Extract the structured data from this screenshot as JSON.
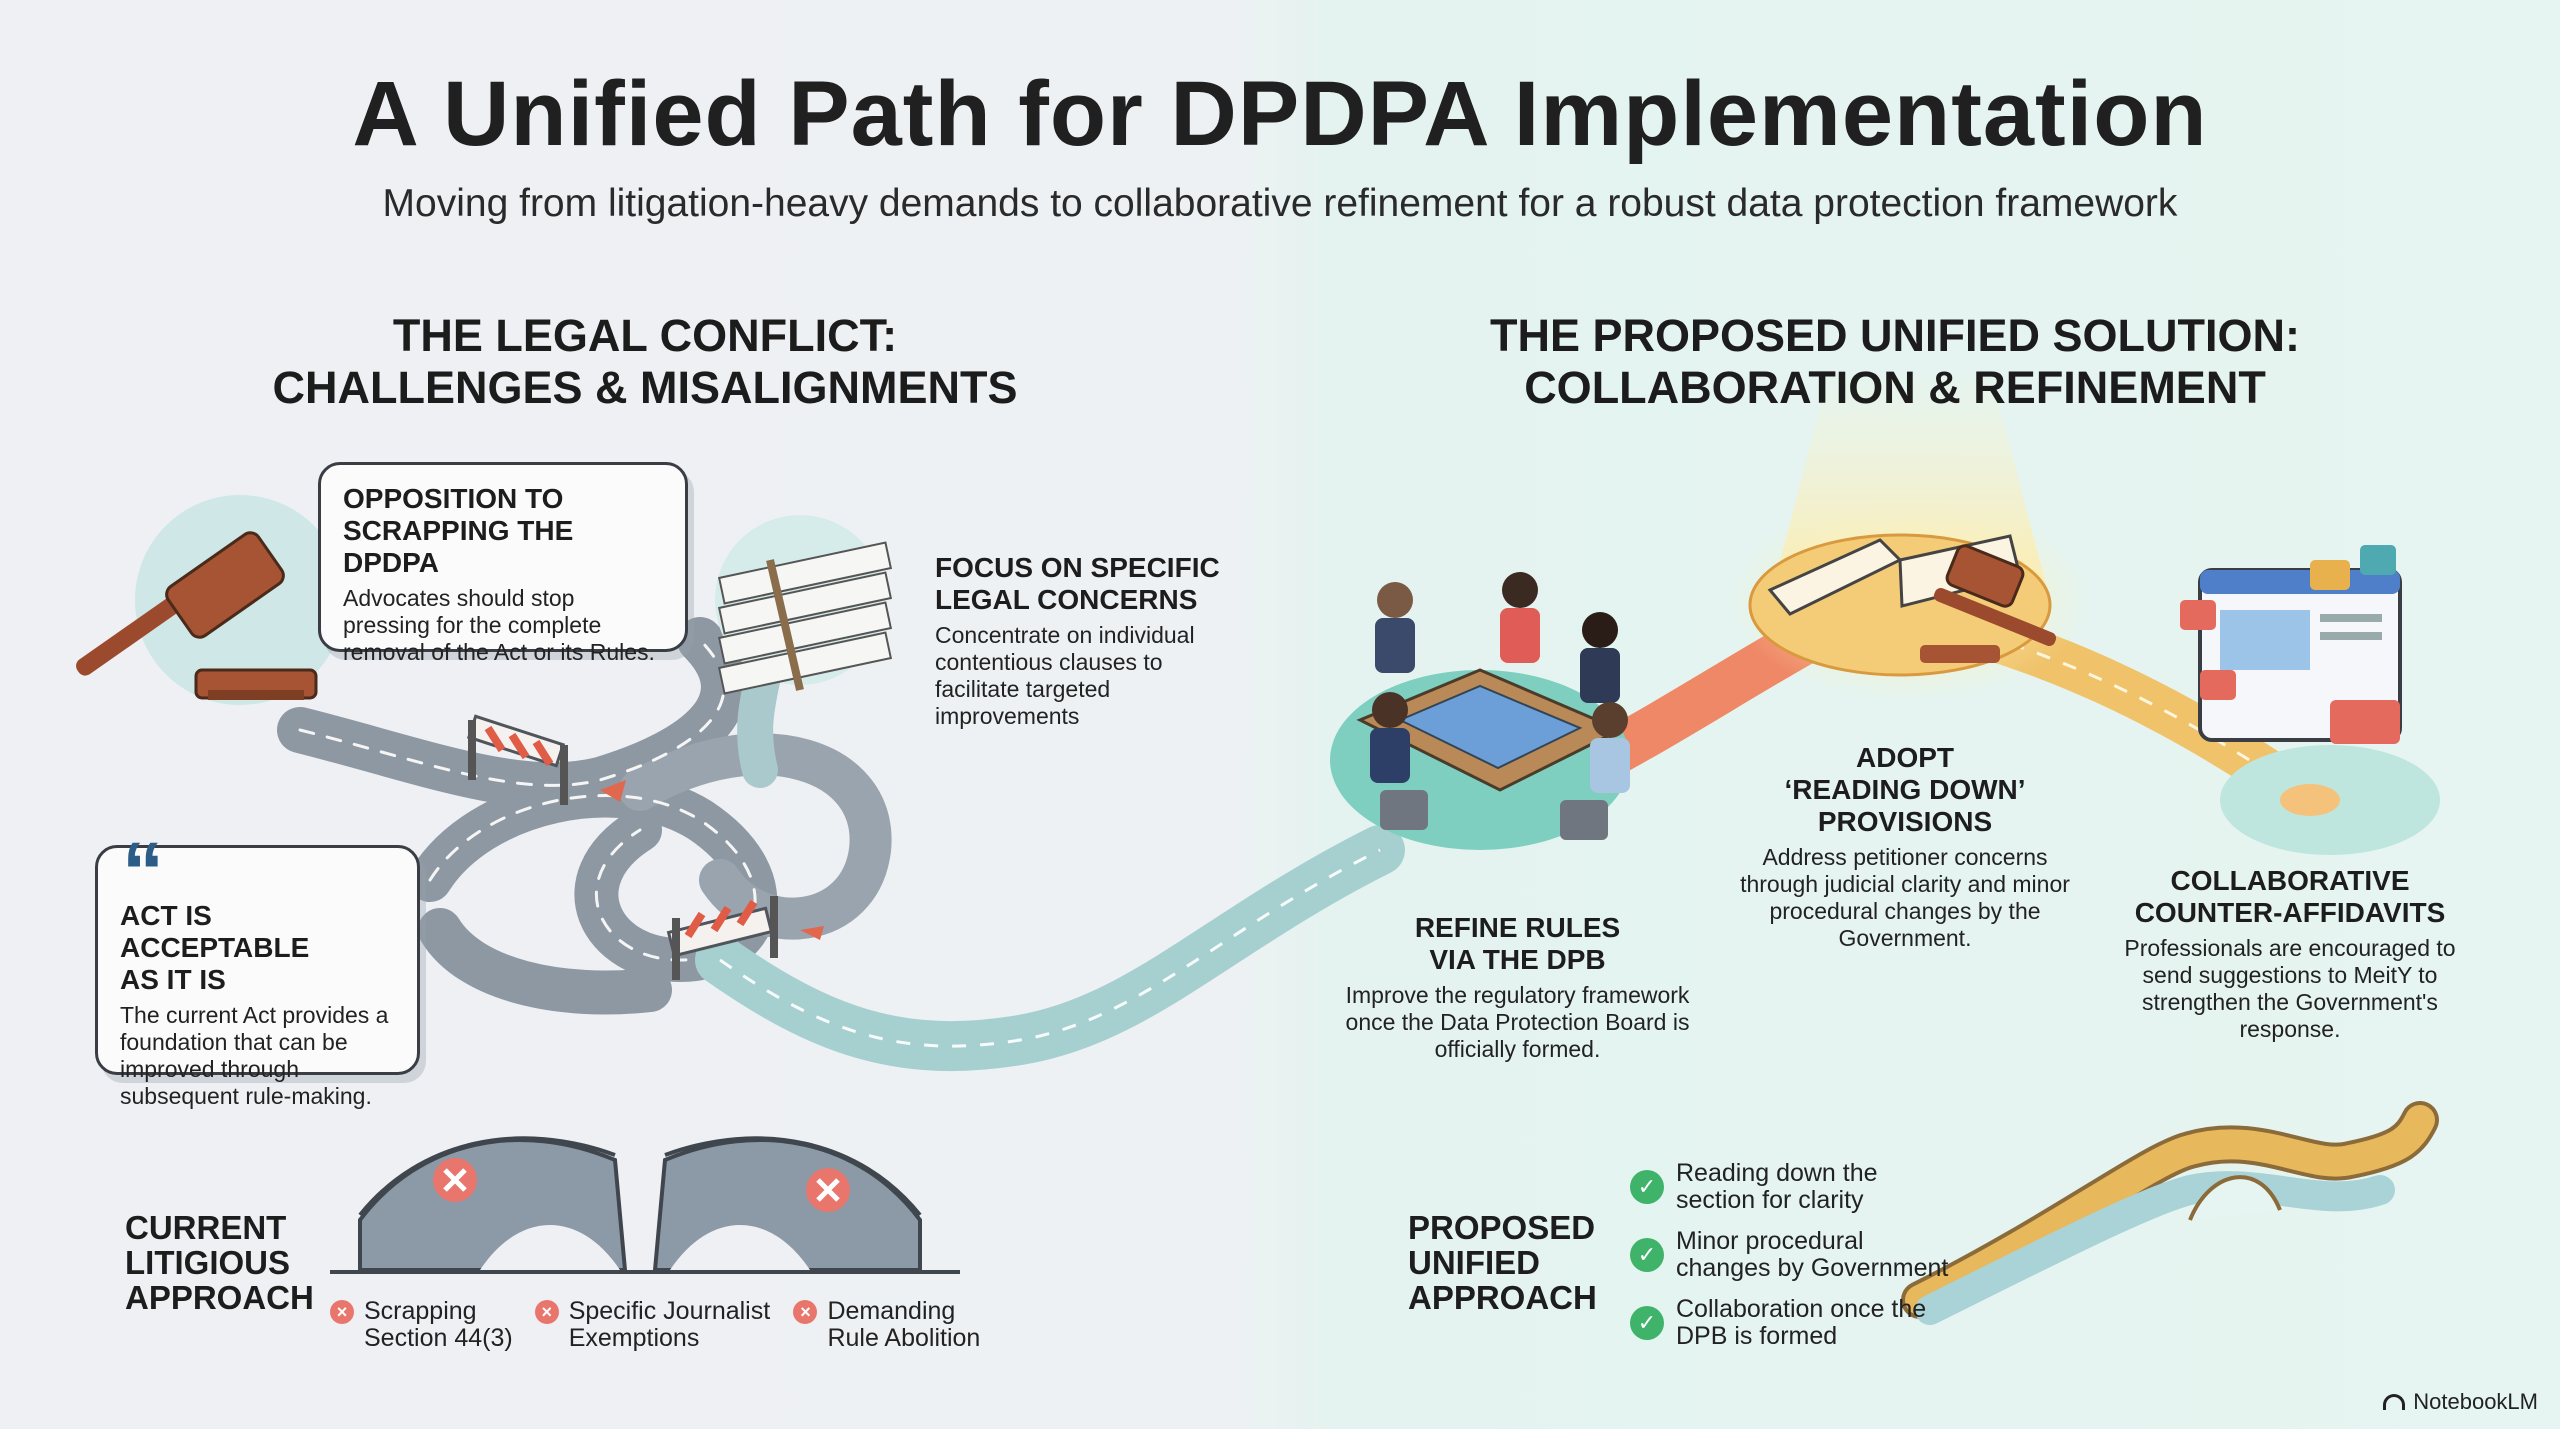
{
  "title": "A Unified Path for DPDPA Implementation",
  "subtitle": "Moving from litigation-heavy demands to collaborative refinement for a robust data protection framework",
  "left": {
    "heading_line1": "THE LEGAL CONFLICT:",
    "heading_line2": "CHALLENGES & MISALIGNMENTS",
    "opposition": {
      "title_line1": "OPPOSITION TO",
      "title_line2": "SCRAPPING THE DPDPA",
      "text": "Advocates should stop pressing for the complete removal of the Act or its Rules."
    },
    "focus": {
      "title_line1": "FOCUS ON SPECIFIC",
      "title_line2": "LEGAL CONCERNS",
      "text": "Concentrate on individual contentious clauses to facilitate targeted improvements"
    },
    "acceptable": {
      "quote": "“",
      "title_line1": "ACT IS ACCEPTABLE",
      "title_line2": "AS IT IS",
      "text": "The current Act provides a foundation that can be improved through subsequent rule-making."
    },
    "approach": {
      "label_line1": "CURRENT",
      "label_line2": "LITIGIOUS",
      "label_line3": "APPROACH",
      "items": [
        "Scrapping Section 44(3)",
        "Specific Journalist Exemptions",
        "Demanding Rule Abolition"
      ]
    }
  },
  "right": {
    "heading_line1": "THE PROPOSED UNIFIED SOLUTION:",
    "heading_line2": "COLLABORATION & REFINEMENT",
    "refine": {
      "title_line1": "REFINE RULES",
      "title_line2": "VIA THE DPB",
      "text": "Improve the regulatory framework once the Data Protection Board is officially formed."
    },
    "reading": {
      "title_line1": "ADOPT",
      "title_line2": "‘READING DOWN’",
      "title_line3": "PROVISIONS",
      "text": "Address petitioner concerns through judicial clarity and minor procedural changes by the Government."
    },
    "affidavits": {
      "title_line1": "COLLABORATIVE",
      "title_line2": "COUNTER-AFFIDAVITS",
      "text": "Professionals are encouraged to send suggestions to MeitY to strengthen the Government's response."
    },
    "approach": {
      "label_line1": "PROPOSED",
      "label_line2": "UNIFIED",
      "label_line3": "APPROACH",
      "items": [
        "Reading down the section for clarity",
        "Minor procedural changes by Government",
        "Collaboration once the DPB is formed"
      ]
    }
  },
  "brand": "NotebookLM",
  "icons": [
    "gavel-icon",
    "papers-icon",
    "quote-icon",
    "meeting-icon",
    "law-book-icon",
    "feedback-screen-icon",
    "broken-bridge-icon",
    "bridge-icon",
    "check-icon",
    "x-icon"
  ],
  "colors": {
    "road": "#8e98a3",
    "road_teal": "#9cc8c6",
    "path_orange": "#ef8866",
    "accent_red": "#e8766c",
    "accent_green": "#3fb36a",
    "teal_pad": "#7ecfc0",
    "gold": "#e9b04e"
  }
}
